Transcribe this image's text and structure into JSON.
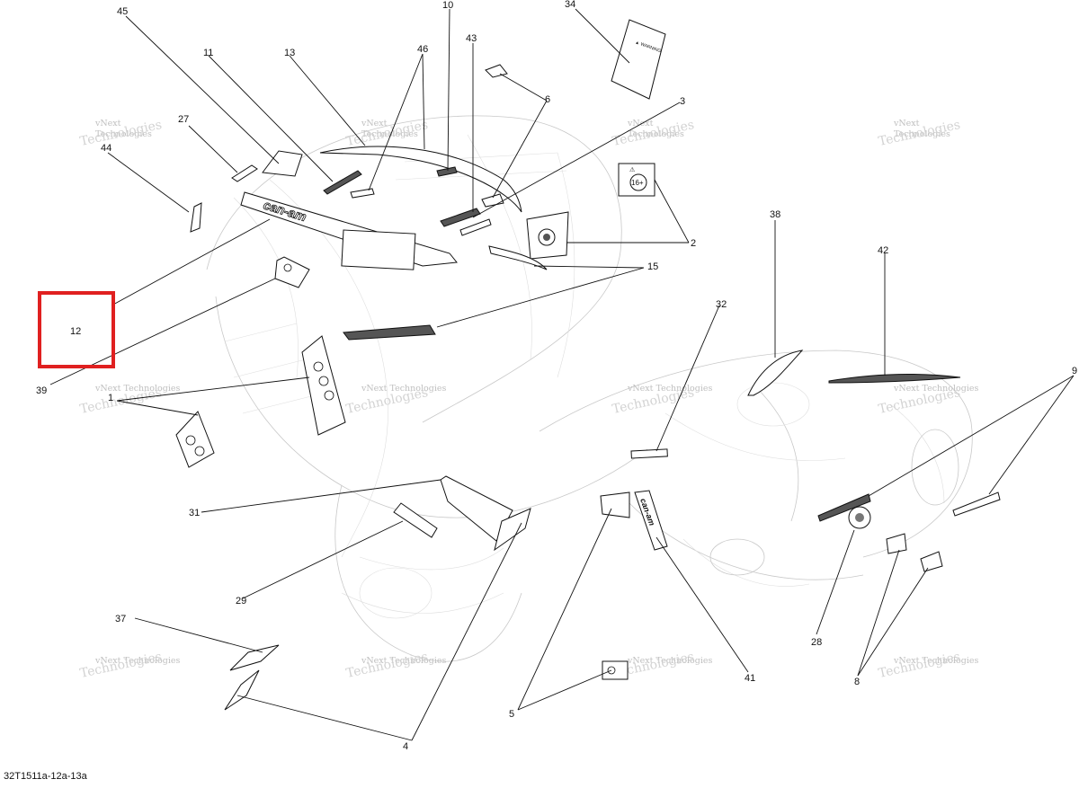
{
  "drawing_code": "32T1511a-12a-13a",
  "watermark": {
    "line1": "vNext",
    "line2": "Technologies",
    "small": "vNext Technologies"
  },
  "brand_text": "can-am",
  "highlight_color": "#e02020",
  "callouts": [
    {
      "id": "45",
      "label": "45"
    },
    {
      "id": "11",
      "label": "11"
    },
    {
      "id": "13",
      "label": "13"
    },
    {
      "id": "46",
      "label": "46"
    },
    {
      "id": "10",
      "label": "10"
    },
    {
      "id": "43",
      "label": "43"
    },
    {
      "id": "34",
      "label": "34"
    },
    {
      "id": "27",
      "label": "27"
    },
    {
      "id": "44",
      "label": "44"
    },
    {
      "id": "6",
      "label": "6"
    },
    {
      "id": "3",
      "label": "3"
    },
    {
      "id": "2",
      "label": "2"
    },
    {
      "id": "15",
      "label": "15"
    },
    {
      "id": "12",
      "label": "12"
    },
    {
      "id": "39",
      "label": "39"
    },
    {
      "id": "38",
      "label": "38"
    },
    {
      "id": "42",
      "label": "42"
    },
    {
      "id": "32",
      "label": "32"
    },
    {
      "id": "9",
      "label": "9"
    },
    {
      "id": "1",
      "label": "1"
    },
    {
      "id": "31",
      "label": "31"
    },
    {
      "id": "29",
      "label": "29"
    },
    {
      "id": "37",
      "label": "37"
    },
    {
      "id": "4",
      "label": "4"
    },
    {
      "id": "5",
      "label": "5"
    },
    {
      "id": "41",
      "label": "41"
    },
    {
      "id": "28",
      "label": "28"
    },
    {
      "id": "8",
      "label": "8"
    }
  ],
  "highlighted_callout": "12"
}
